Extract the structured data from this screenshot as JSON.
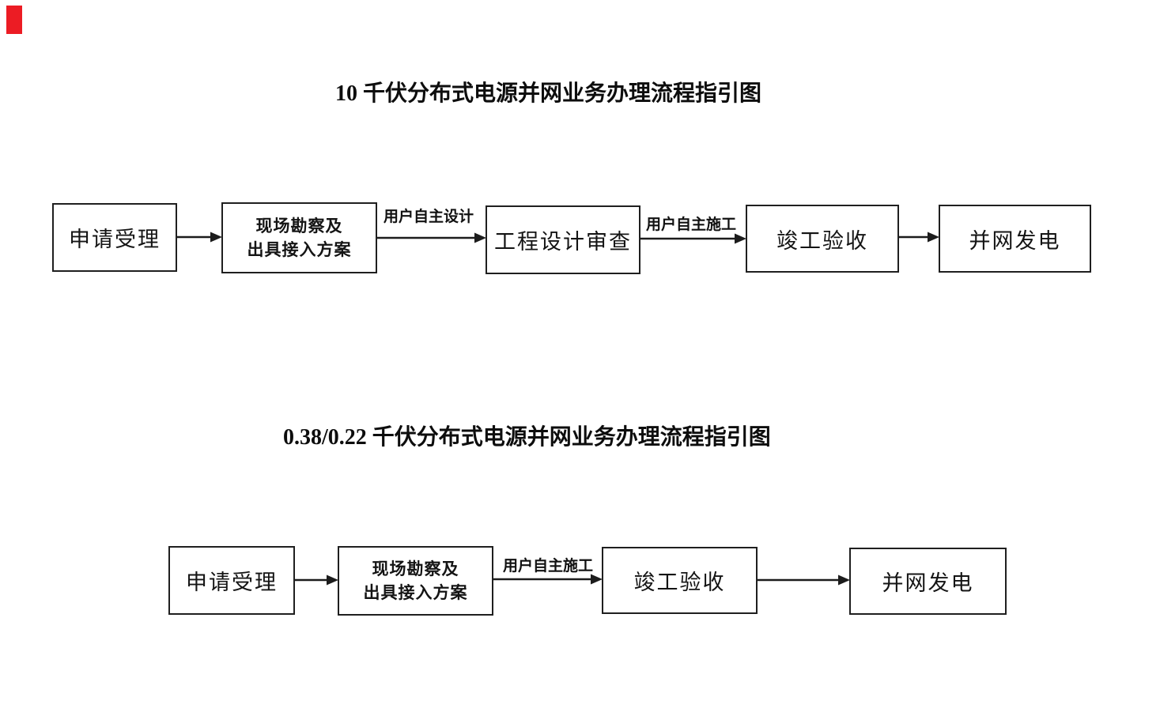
{
  "diagram1": {
    "title": "10 千伏分布式电源并网业务办理流程指引图",
    "nodes": [
      {
        "label": "申请受理"
      },
      {
        "label": "现场勘察及\n出具接入方案"
      },
      {
        "label": "工程设计审查"
      },
      {
        "label": "竣工验收"
      },
      {
        "label": "并网发电"
      }
    ],
    "edge_labels": {
      "design": "用户自主设计",
      "construction": "用户自主施工"
    }
  },
  "diagram2": {
    "title": "0.38/0.22 千伏分布式电源并网业务办理流程指引图",
    "nodes": [
      {
        "label": "申请受理"
      },
      {
        "label": "现场勘察及\n出具接入方案"
      },
      {
        "label": "竣工验收"
      },
      {
        "label": "并网发电"
      }
    ],
    "edge_labels": {
      "construction": "用户自主施工"
    }
  },
  "colors": {
    "background": "#ffffff",
    "box_border": "#1f1f1f",
    "arrow": "#1c1c1c",
    "text": "#141414",
    "corner_mark": "#ec1c24"
  }
}
